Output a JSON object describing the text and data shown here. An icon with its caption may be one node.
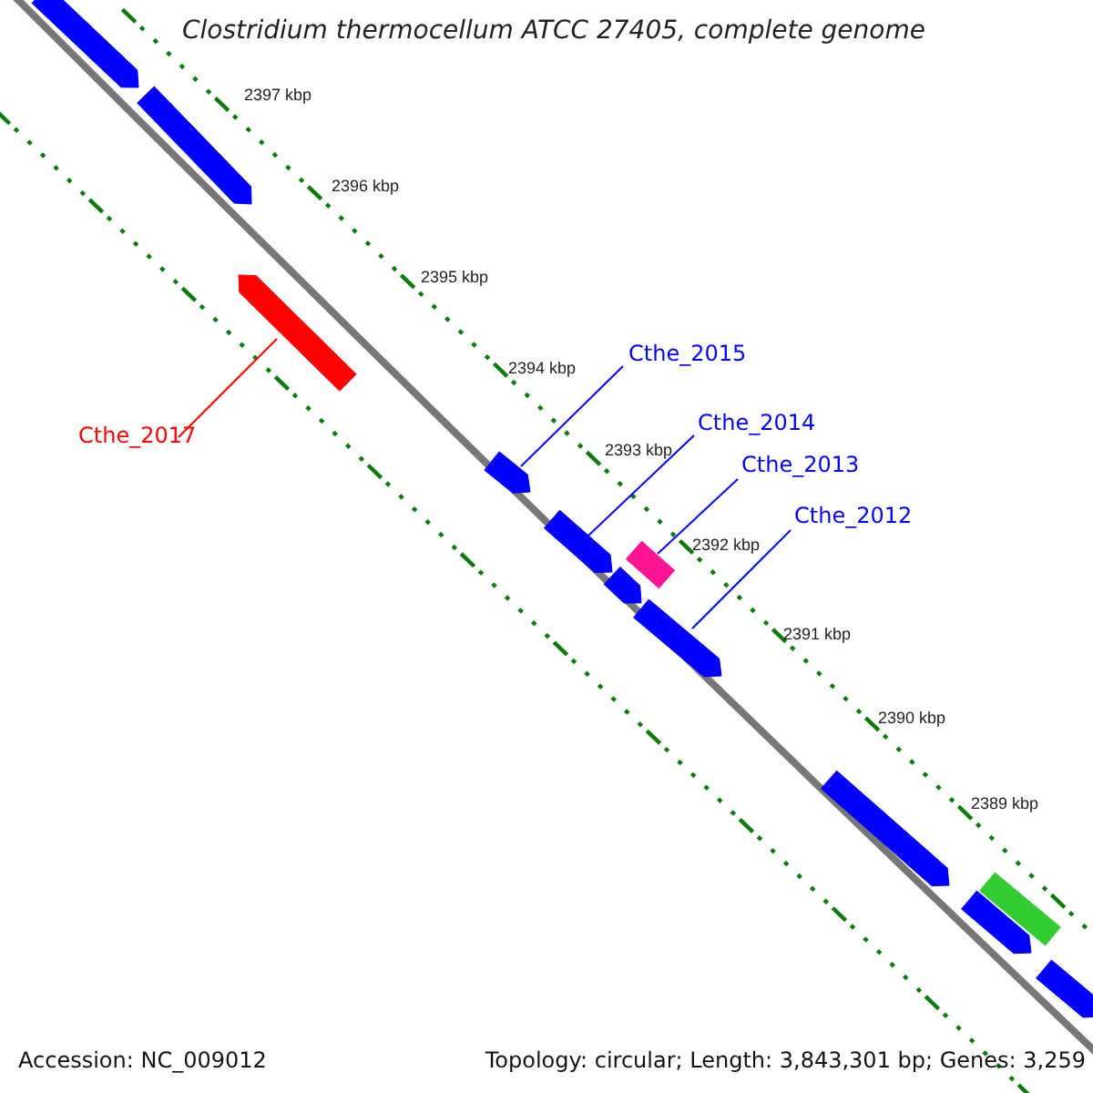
{
  "diagram": {
    "title": "Clostridium thermocellum ATCC 27405, complete genome",
    "nodes": [
      {
        "text": [
          "Cthe_2015"
        ]
      },
      {
        "text": [
          "Cthe_2014"
        ]
      },
      {
        "text": [
          "Cthe_2017"
        ]
      },
      {
        "text": [
          "Cthe_2013"
        ]
      },
      {
        "text": [
          "Cthe_2012"
        ]
      },
      {
        "text": [],
        "shape": "arrow"
      },
      {
        "text": [],
        "shape": "arrow"
      },
      {
        "text": [],
        "shape": "arrow"
      },
      {
        "text": [],
        "shape": "arrow"
      },
      {
        "text": [],
        "shape": "arrow"
      },
      {
        "text": [],
        "shape": "box"
      },
      {
        "text": [],
        "shape": "arrow"
      },
      {
        "text": [],
        "shape": "arrow"
      },
      {
        "text": [],
        "shape": "arrow"
      },
      {
        "text": [],
        "shape": "box"
      },
      {
        "text": [],
        "shape": "arrow"
      },
      {
        "text": [],
        "shape": "arrow"
      }
    ],
    "edges": [
      {
        "from": 0,
        "to": 8,
        "arrow": "none"
      },
      {
        "from": 1,
        "to": 9,
        "arrow": "none"
      },
      {
        "from": 2,
        "to": 7,
        "arrow": "none",
        "color": "#ff0000"
      },
      {
        "from": 3,
        "to": 10,
        "arrow": "none"
      },
      {
        "from": 4,
        "to": 12,
        "arrow": "none"
      }
    ],
    "labels": [
      "2397 kbp",
      "2396 kbp",
      "2395 kbp",
      "2394 kbp",
      "2393 kbp",
      "2392 kbp",
      "2391 kbp",
      "2390 kbp",
      "2389 kbp",
      "Accession: NC_009012",
      "Topology: circular; Length: 3,843,301 bp; Genes: 3,259"
    ]
  }
}
